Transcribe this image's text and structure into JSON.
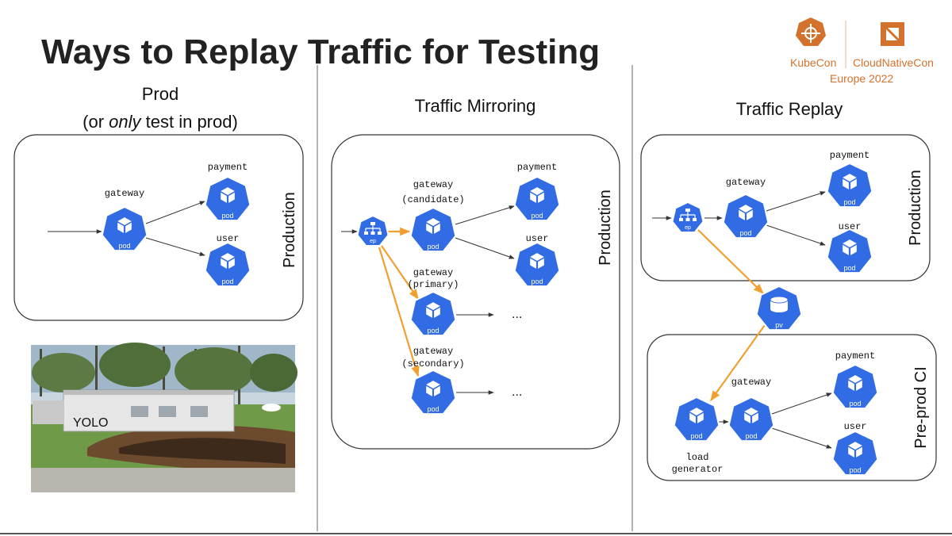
{
  "slide": {
    "title": "Ways to Replay Traffic for Testing"
  },
  "branding": {
    "kubecon": "KubeCon",
    "cloudnativecon": "CloudNativeCon",
    "event": "Europe 2022"
  },
  "prod_column": {
    "heading_line1": "Prod",
    "heading_line2_prefix": "(or ",
    "heading_line2_italic": "only",
    "heading_line2_suffix": " test in prod)",
    "box_label": "Production",
    "nodes": {
      "gateway": "gateway",
      "payment": "payment",
      "user": "user"
    },
    "photo_caption": "YOLO"
  },
  "mirroring_column": {
    "heading": "Traffic Mirroring",
    "box_label": "Production",
    "nodes": {
      "gateway_candidate_1": "gateway",
      "gateway_candidate_2": "(candidate)",
      "payment": "payment",
      "user": "user",
      "gateway_primary_1": "gateway",
      "gateway_primary_2": "(primary)",
      "gateway_secondary_1": "gateway",
      "gateway_secondary_2": "(secondary)",
      "ellipsis": "..."
    }
  },
  "replay_column": {
    "heading": "Traffic Replay",
    "prod_box_label": "Production",
    "ci_box_label": "Pre-prod CI",
    "nodes": {
      "gateway": "gateway",
      "payment": "payment",
      "user": "user",
      "ci_gateway": "gateway",
      "ci_payment": "payment",
      "ci_user": "user",
      "load_generator_1": "load",
      "load_generator_2": "generator"
    }
  },
  "icons": {
    "pod_label": "pod",
    "ep_label": "ep",
    "pv_label": "pv"
  },
  "colors": {
    "k8s_blue": "#326ce5",
    "mirror_arrow": "#f0a030",
    "brand_orange": "#d3722c"
  }
}
